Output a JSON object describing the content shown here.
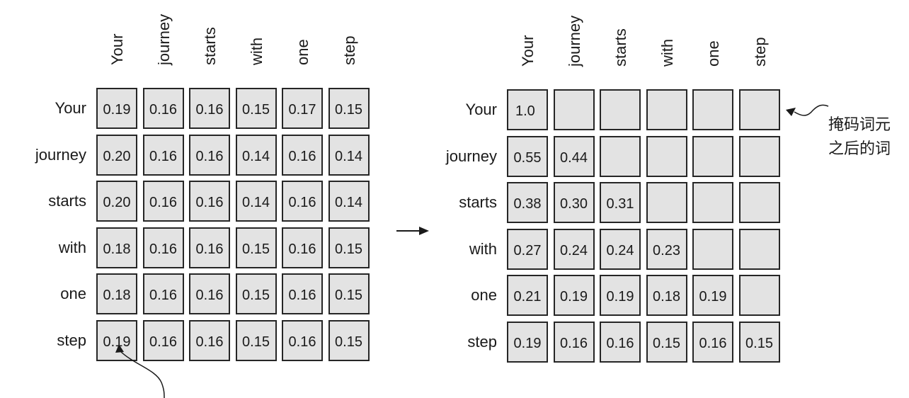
{
  "matrices": [
    {
      "columns": [
        "Your",
        "journey",
        "starts",
        "with",
        "one",
        "step"
      ],
      "rows": [
        "Your",
        "journey",
        "starts",
        "with",
        "one",
        "step"
      ],
      "cells": [
        [
          "0.19",
          "0.16",
          "0.16",
          "0.15",
          "0.17",
          "0.15"
        ],
        [
          "0.20",
          "0.16",
          "0.16",
          "0.14",
          "0.16",
          "0.14"
        ],
        [
          "0.20",
          "0.16",
          "0.16",
          "0.14",
          "0.16",
          "0.14"
        ],
        [
          "0.18",
          "0.16",
          "0.16",
          "0.15",
          "0.16",
          "0.15"
        ],
        [
          "0.18",
          "0.16",
          "0.16",
          "0.15",
          "0.16",
          "0.15"
        ],
        [
          "0.19",
          "0.16",
          "0.16",
          "0.15",
          "0.16",
          "0.15"
        ]
      ]
    },
    {
      "columns": [
        "Your",
        "journey",
        "starts",
        "with",
        "one",
        "step"
      ],
      "rows": [
        "Your",
        "journey",
        "starts",
        "with",
        "one",
        "step"
      ],
      "cells": [
        [
          "1.0",
          "",
          "",
          "",
          "",
          ""
        ],
        [
          "0.55",
          "0.44",
          "",
          "",
          "",
          ""
        ],
        [
          "0.38",
          "0.30",
          "0.31",
          "",
          "",
          ""
        ],
        [
          "0.27",
          "0.24",
          "0.24",
          "0.23",
          "",
          ""
        ],
        [
          "0.21",
          "0.19",
          "0.19",
          "0.18",
          "0.19",
          ""
        ],
        [
          "0.19",
          "0.16",
          "0.16",
          "0.15",
          "0.16",
          "0.15"
        ]
      ]
    }
  ],
  "annotation": {
    "line1": "掩码词元",
    "line2": "之后的词"
  },
  "colors": {
    "cell_fill": "#e3e3e3",
    "cell_border": "#262626"
  }
}
